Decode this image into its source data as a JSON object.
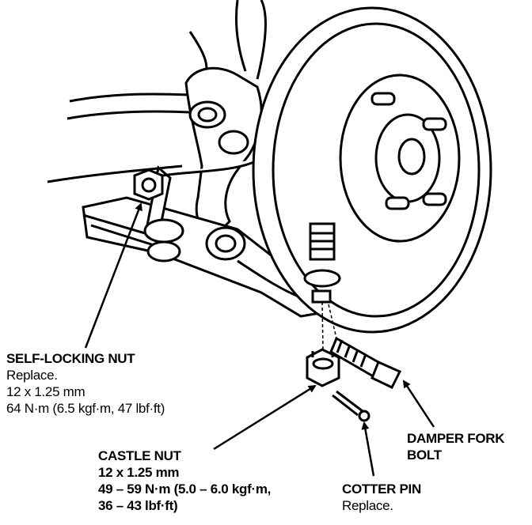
{
  "callouts": {
    "self_locking_nut": {
      "title": "SELF-LOCKING NUT",
      "lines": [
        "Replace.",
        "12 x 1.25 mm",
        "64 N·m (6.5 kgf·m, 47 lbf·ft)"
      ]
    },
    "castle_nut": {
      "title": "CASTLE NUT",
      "lines": [
        "12 x 1.25 mm",
        "49 – 59 N·m (5.0 – 6.0 kgf·m,",
        "36 – 43 lbf·ft)"
      ]
    },
    "cotter_pin": {
      "title": "COTTER PIN",
      "lines": [
        "Replace."
      ]
    },
    "damper_fork_bolt": {
      "title_line1": "DAMPER FORK",
      "title_line2": "BOLT"
    }
  },
  "colors": {
    "ink": "#000000",
    "paper": "#ffffff"
  }
}
